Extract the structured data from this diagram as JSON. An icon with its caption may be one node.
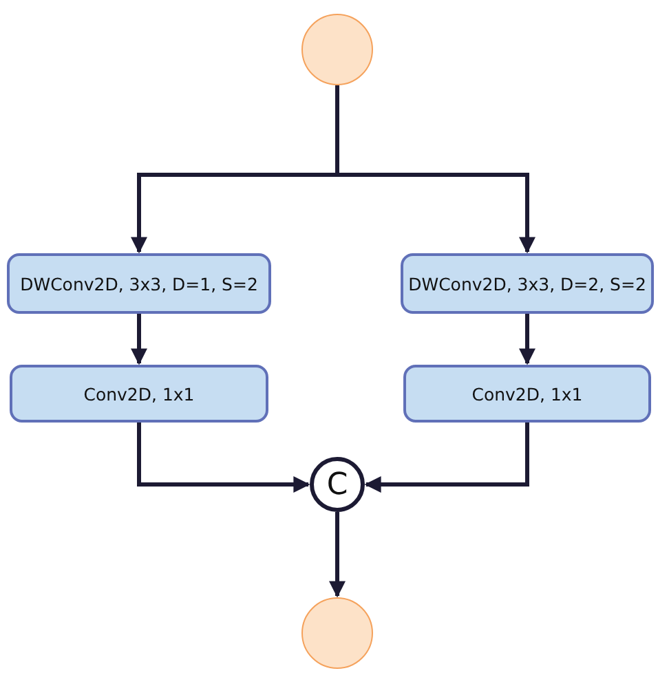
{
  "diagram": {
    "nodes": [
      {
        "text": [],
        "shape": "circle"
      },
      {
        "text": [
          "DWConv2D, 3x3, D=1, S=2"
        ]
      },
      {
        "text": [
          "DWConv2D, 3x3, D=2, S=2"
        ]
      },
      {
        "text": [
          "Conv2D, 1x1"
        ]
      },
      {
        "text": [
          "Conv2D, 1x1"
        ]
      },
      {
        "text": [
          "C"
        ]
      },
      {
        "text": [],
        "shape": "circle"
      }
    ],
    "edges": [
      {
        "from": 0,
        "to": 1,
        "arrow": "to"
      },
      {
        "from": 0,
        "to": 2,
        "arrow": "to"
      },
      {
        "from": 1,
        "to": 3,
        "arrow": "to"
      },
      {
        "from": 2,
        "to": 4,
        "arrow": "to"
      },
      {
        "from": 3,
        "to": 5,
        "arrow": "to"
      },
      {
        "from": 4,
        "to": 5,
        "arrow": "to"
      },
      {
        "from": 5,
        "to": 6,
        "arrow": "to"
      }
    ]
  }
}
